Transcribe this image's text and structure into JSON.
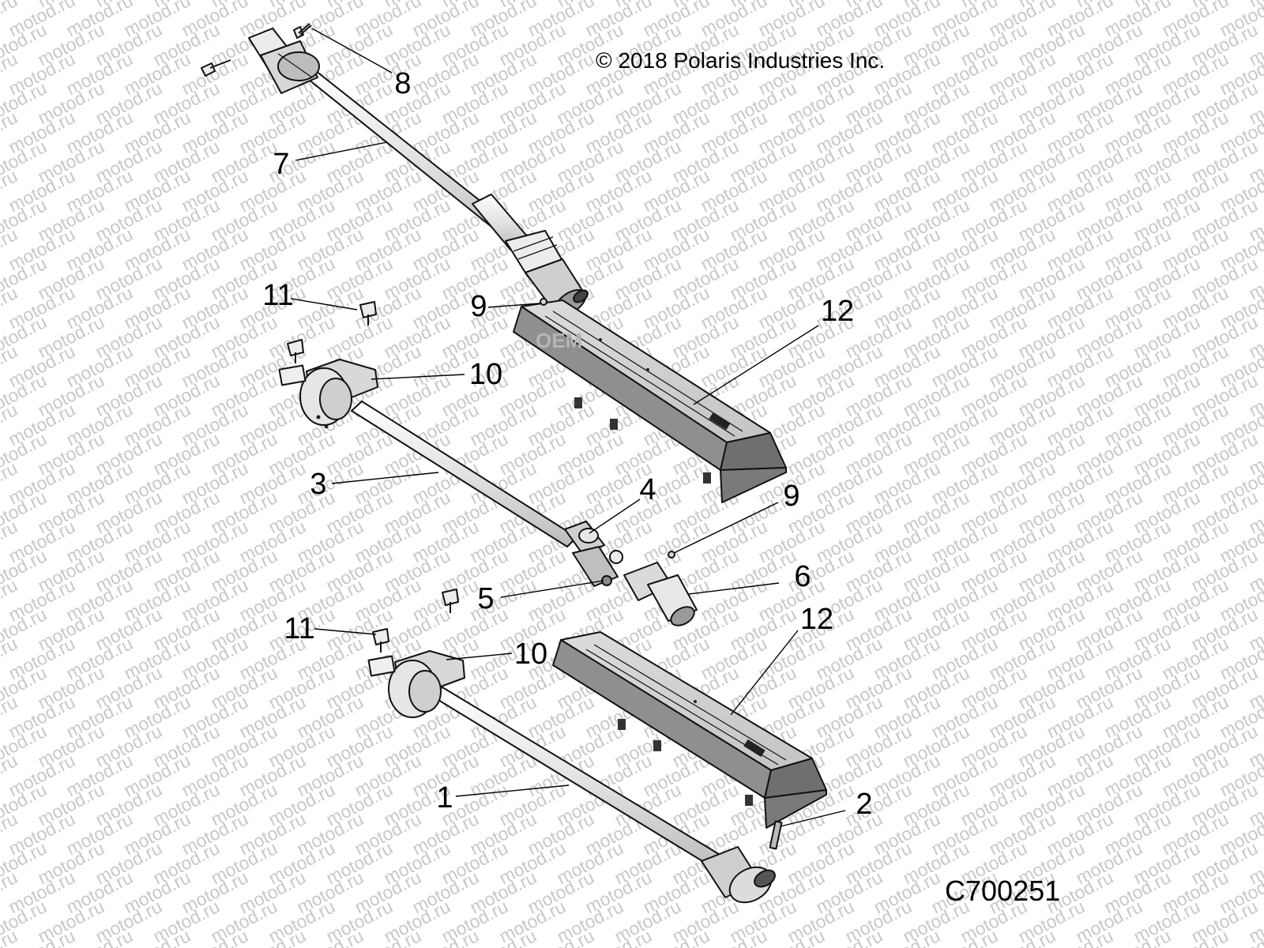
{
  "copyright": "© 2018 Polaris Industries Inc.",
  "diagram_code": "C700251",
  "watermark": {
    "text": "motod.ru",
    "color": "#c8c8c8"
  },
  "oem_mark": "OEM",
  "callouts": {
    "c1": "1",
    "c2": "2",
    "c3": "3",
    "c4": "4",
    "c5": "5",
    "c6": "6",
    "c7": "7",
    "c8": "8",
    "c9a": "9",
    "c9b": "9",
    "c10a": "10",
    "c10b": "10",
    "c11a": "11",
    "c11b": "11",
    "c12a": "12",
    "c12b": "12"
  }
}
